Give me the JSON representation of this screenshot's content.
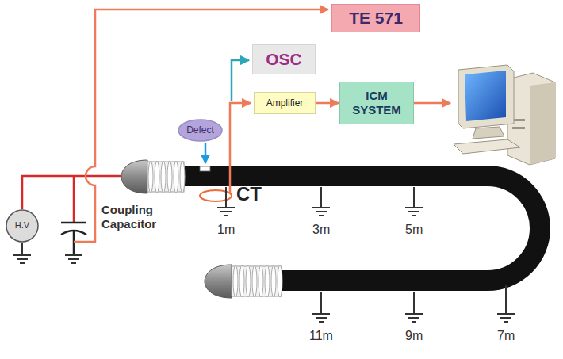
{
  "diagram": {
    "nodes": [
      {
        "text": [
          "TE 571"
        ]
      },
      {
        "text": [
          "OSC"
        ]
      },
      {
        "text": [
          "Amplifier"
        ]
      },
      {
        "text": [
          "ICM SYSTEM"
        ]
      },
      {
        "text": [
          "Defect"
        ]
      },
      {
        "text": [
          "H.V"
        ]
      }
    ],
    "edges": [
      {
        "from": 2,
        "to": 3,
        "arrow": "to"
      }
    ],
    "labels": [
      "Coupling Capacitor",
      "CT",
      "1m",
      "3m",
      "5m",
      "11m",
      "9m",
      "7m"
    ]
  }
}
